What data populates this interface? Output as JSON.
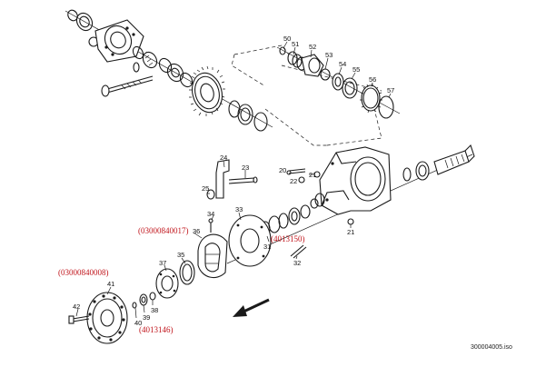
{
  "diagram": {
    "labels": [
      {
        "id": "p21a",
        "text": "21"
      },
      {
        "id": "p21b",
        "text": "21"
      },
      {
        "id": "p22",
        "text": "22"
      },
      {
        "id": "p20",
        "text": "20"
      },
      {
        "id": "p23",
        "text": "23"
      },
      {
        "id": "p24",
        "text": "24"
      },
      {
        "id": "p25",
        "text": "25"
      },
      {
        "id": "p31",
        "text": "31"
      },
      {
        "id": "p32",
        "text": "32"
      },
      {
        "id": "p33",
        "text": "33"
      },
      {
        "id": "p34",
        "text": "34"
      },
      {
        "id": "p35",
        "text": "35"
      },
      {
        "id": "p36",
        "text": "36"
      },
      {
        "id": "p37",
        "text": "37"
      },
      {
        "id": "p38",
        "text": "38"
      },
      {
        "id": "p39",
        "text": "39"
      },
      {
        "id": "p40",
        "text": "40"
      },
      {
        "id": "p41",
        "text": "41"
      },
      {
        "id": "p42",
        "text": "42"
      },
      {
        "id": "p50",
        "text": "50"
      },
      {
        "id": "p51",
        "text": "51"
      },
      {
        "id": "p52",
        "text": "52"
      },
      {
        "id": "p53",
        "text": "53"
      },
      {
        "id": "p54",
        "text": "54"
      },
      {
        "id": "p55",
        "text": "55"
      },
      {
        "id": "p56",
        "text": "56"
      },
      {
        "id": "p57",
        "text": "57"
      }
    ],
    "references": [
      {
        "id": "ref1",
        "text": "(03000840017)"
      },
      {
        "id": "ref2",
        "text": "(4013150)"
      },
      {
        "id": "ref3",
        "text": "(03000840008)"
      },
      {
        "id": "ref4",
        "text": "(4013146)"
      }
    ],
    "document_id": "300004005.iso",
    "colors": {
      "line": "#1a1a1a",
      "reference": "#c0141b",
      "background": "#ffffff"
    }
  }
}
